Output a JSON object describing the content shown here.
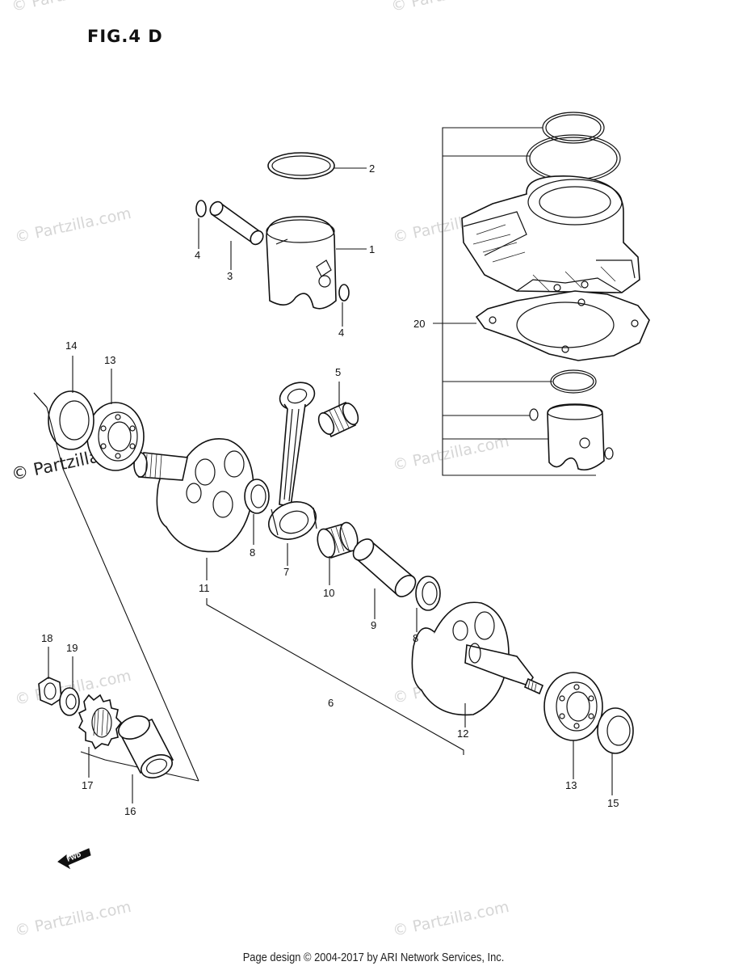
{
  "figure_title": "FIG.4 D",
  "footer": "Page design © 2004-2017 by ARI Network Services, Inc.",
  "watermark": "© Partzilla.com",
  "fwd_label": "FWD",
  "callouts": {
    "c1": "1",
    "c2": "2",
    "c3": "3",
    "c4a": "4",
    "c4b": "4",
    "c5": "5",
    "c6": "6",
    "c7": "7",
    "c8a": "8",
    "c8b": "8",
    "c9": "9",
    "c10": "10",
    "c11": "11",
    "c12": "12",
    "c13a": "13",
    "c13b": "13",
    "c14": "14",
    "c15": "15",
    "c16": "16",
    "c17": "17",
    "c18": "18",
    "c19": "19",
    "c20": "20"
  }
}
